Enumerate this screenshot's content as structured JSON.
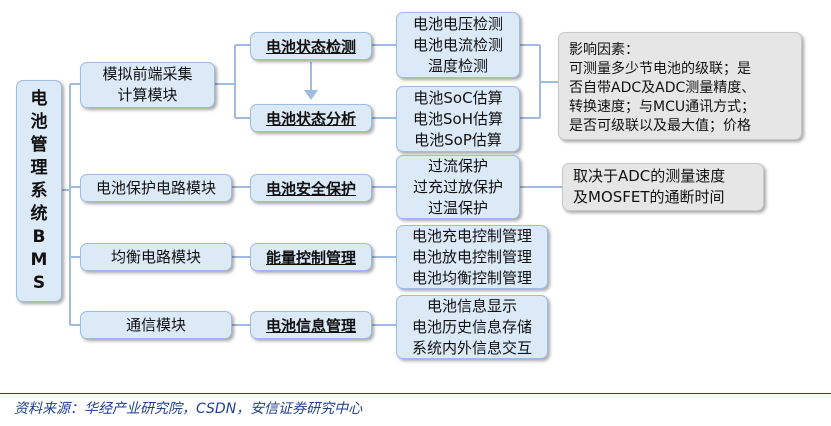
{
  "root": {
    "chars": [
      "电",
      "池",
      "管",
      "理",
      "系",
      "统",
      "B",
      "M",
      "S"
    ]
  },
  "modules": [
    {
      "label_lines": [
        "模拟前端采集",
        "计算模块"
      ]
    },
    {
      "label_lines": [
        "电池保护电路模块"
      ]
    },
    {
      "label_lines": [
        "均衡电路模块"
      ]
    },
    {
      "label_lines": [
        "通信模块"
      ]
    }
  ],
  "functions": [
    {
      "label": "电池状态检测"
    },
    {
      "label": "电池状态分析"
    },
    {
      "label": "电池安全保护"
    },
    {
      "label": "能量控制管理"
    },
    {
      "label": "电池信息管理"
    }
  ],
  "details": [
    {
      "lines": [
        "电池电压检测",
        "电池电流检测",
        "温度检测"
      ]
    },
    {
      "lines": [
        "电池SoC估算",
        "电池SoH估算",
        "电池SoP估算"
      ]
    },
    {
      "lines": [
        "过流保护",
        "过充过放保护",
        "过温保护"
      ]
    },
    {
      "lines": [
        "电池充电控制管理",
        "电池放电控制管理",
        "电池均衡控制管理"
      ]
    },
    {
      "lines": [
        "电池信息显示",
        "电池历史信息存储",
        "系统内外信息交互"
      ]
    }
  ],
  "notes": [
    {
      "lines": [
        "影响因素：",
        "可测量多少节电池的级联；是",
        "否自带ADC及ADC测量精度、",
        "转换速度；与MCU通讯方式；",
        "是否可级联以及最大值；价格"
      ]
    },
    {
      "lines": [
        "取决于ADC的测量速度",
        "及MOSFET的通断时间"
      ]
    }
  ],
  "colors": {
    "box_fill": "#dce9f7",
    "gray_fill": "#e6e6e6",
    "line": "#9fbbe0",
    "source": "#1f3f8c"
  },
  "source": "资料来源：华经产业研究院，CSDN，安信证券研究中心"
}
